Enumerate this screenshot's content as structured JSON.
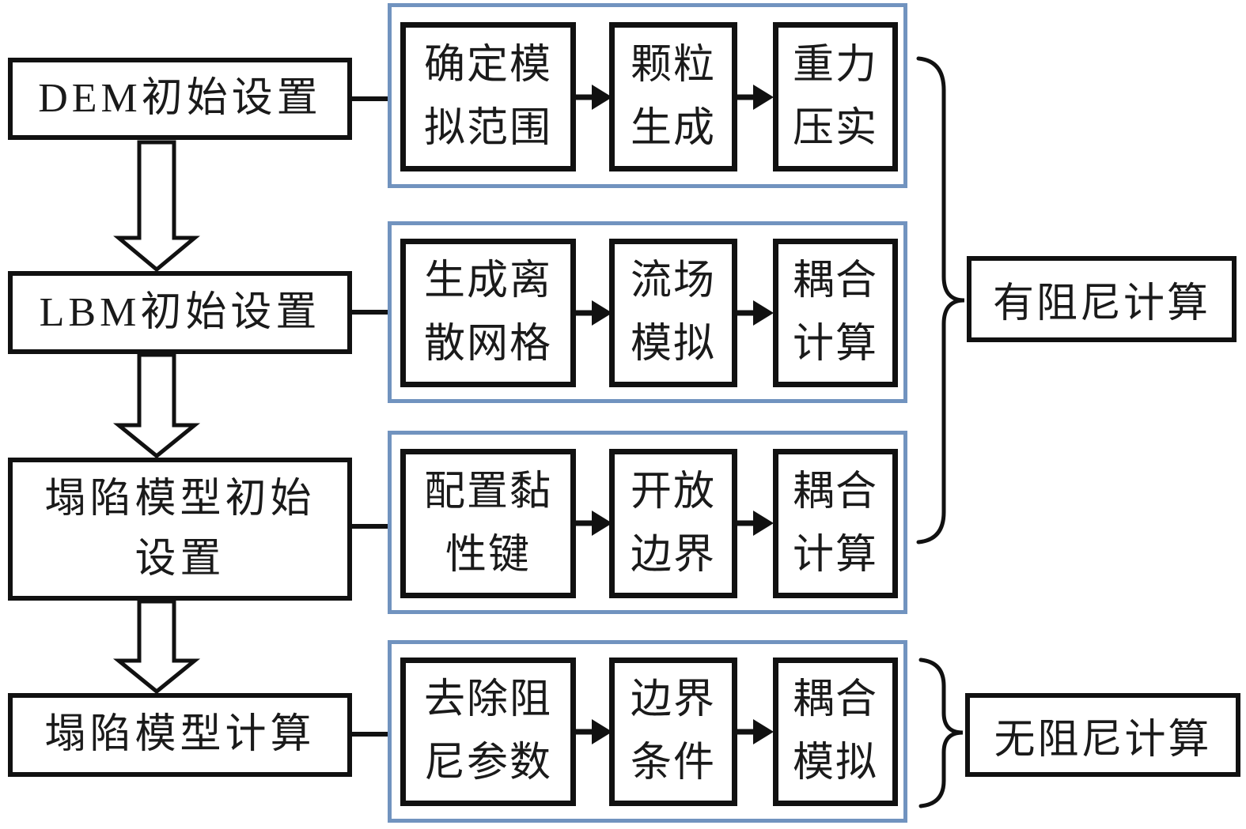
{
  "flowchart": {
    "stages": [
      {
        "label": "DEM初始设置",
        "steps": [
          "确定模\n拟范围",
          "颗粒\n生成",
          "重力\n压实"
        ]
      },
      {
        "label": "LBM初始设置",
        "steps": [
          "生成离\n散网格",
          "流场\n模拟",
          "耦合\n计算"
        ]
      },
      {
        "label": "塌陷模型初始\n设置",
        "steps": [
          "配置黏\n性键",
          "开放\n边界",
          "耦合\n计算"
        ]
      },
      {
        "label": "塌陷模型计算",
        "steps": [
          "去除阻\n尼参数",
          "边界\n条件",
          "耦合\n模拟"
        ]
      }
    ],
    "annotations": {
      "damped": "有阻尼计算",
      "undamped": "无阻尼计算"
    },
    "colors": {
      "group_border": "#7193bf",
      "box_border": "#111111",
      "arrow_fill": "#111111",
      "text": "#1a1a1a",
      "background": "#ffffff"
    }
  }
}
